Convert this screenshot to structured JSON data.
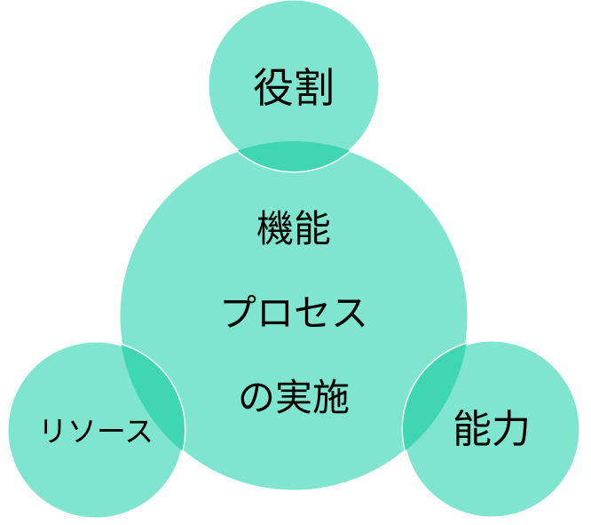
{
  "colors": {
    "circle_fill": "#80E5CF",
    "overlap_fill": "#3FD6B2",
    "circle_stroke": "#ffffff"
  },
  "diagram": {
    "center": {
      "lines": [
        "機能",
        "プロセス",
        "の実施"
      ]
    },
    "top": {
      "label": "役割"
    },
    "left": {
      "label": "リソース"
    },
    "right": {
      "label": "能力"
    }
  }
}
